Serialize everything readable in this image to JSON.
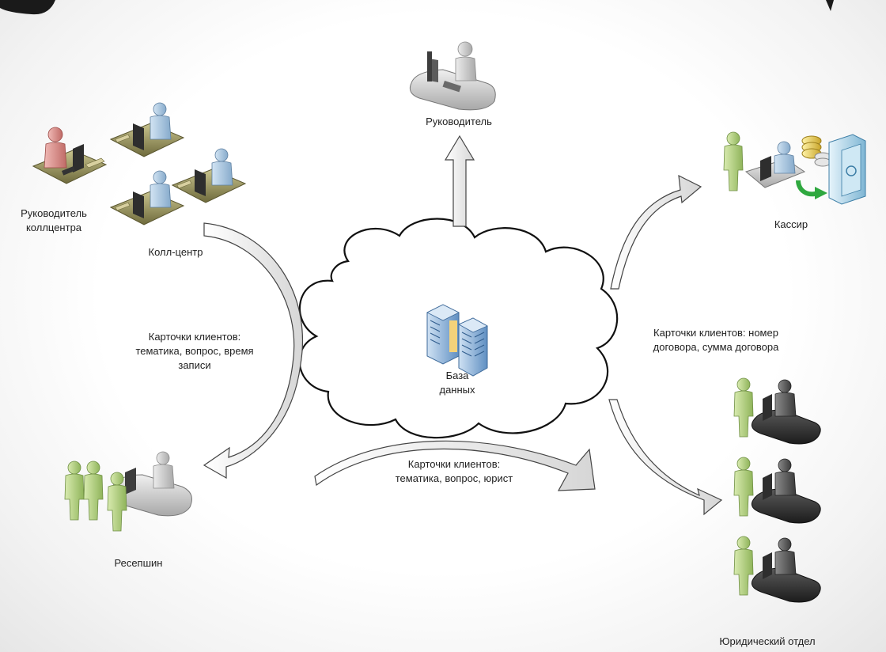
{
  "nodes": {
    "manager": "Руководитель",
    "callcenter_head_line1": "Руководитель",
    "callcenter_head_line2": "коллцентра",
    "callcenter": "Колл-центр",
    "cashier": "Кассир",
    "reception": "Ресепшин",
    "legal": "Юридический отдел",
    "database_line1": "База",
    "database_line2": "данных"
  },
  "flows": {
    "left_line1": "Карточки клиентов:",
    "left_line2": "тематика, вопрос, время",
    "left_line3": "записи",
    "right_line1": "Карточки клиентов: номер",
    "right_line2": "договора, сумма договора",
    "bottom_line1": "Карточки клиентов:",
    "bottom_line2": "тематика, вопрос, юрист"
  },
  "colors": {
    "user_green": "#b5d27a",
    "user_blue": "#a9c6e0",
    "user_red": "#d9837f",
    "user_gray": "#c8c8c8",
    "user_dark": "#555555",
    "desk_olive": "#8f8a55",
    "desk_gray": "#9a9a9a",
    "desk_dark": "#2f2f2f",
    "server_blue": "#6f9fd0",
    "accent_green": "#2fa83f"
  }
}
